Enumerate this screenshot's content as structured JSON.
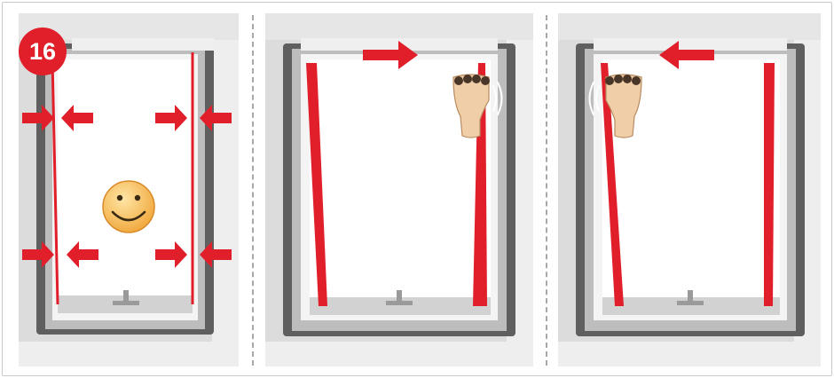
{
  "step": {
    "number": "16"
  },
  "panels": [
    {
      "id": "panel-1",
      "description_icons": [
        "gap-arrows-icon",
        "smiley-icon"
      ]
    },
    {
      "id": "panel-2",
      "description_icons": [
        "push-right-arrow-icon",
        "knocking-fist-icon"
      ]
    },
    {
      "id": "panel-3",
      "description_icons": [
        "push-left-arrow-icon",
        "knocking-fist-icon"
      ]
    }
  ],
  "colors": {
    "accent_red": "#e01f2a",
    "window_frame": "#5f5f5f",
    "wall": "#d9d9d9",
    "glass": "#ffffff",
    "divider": "#a8a8a8"
  }
}
